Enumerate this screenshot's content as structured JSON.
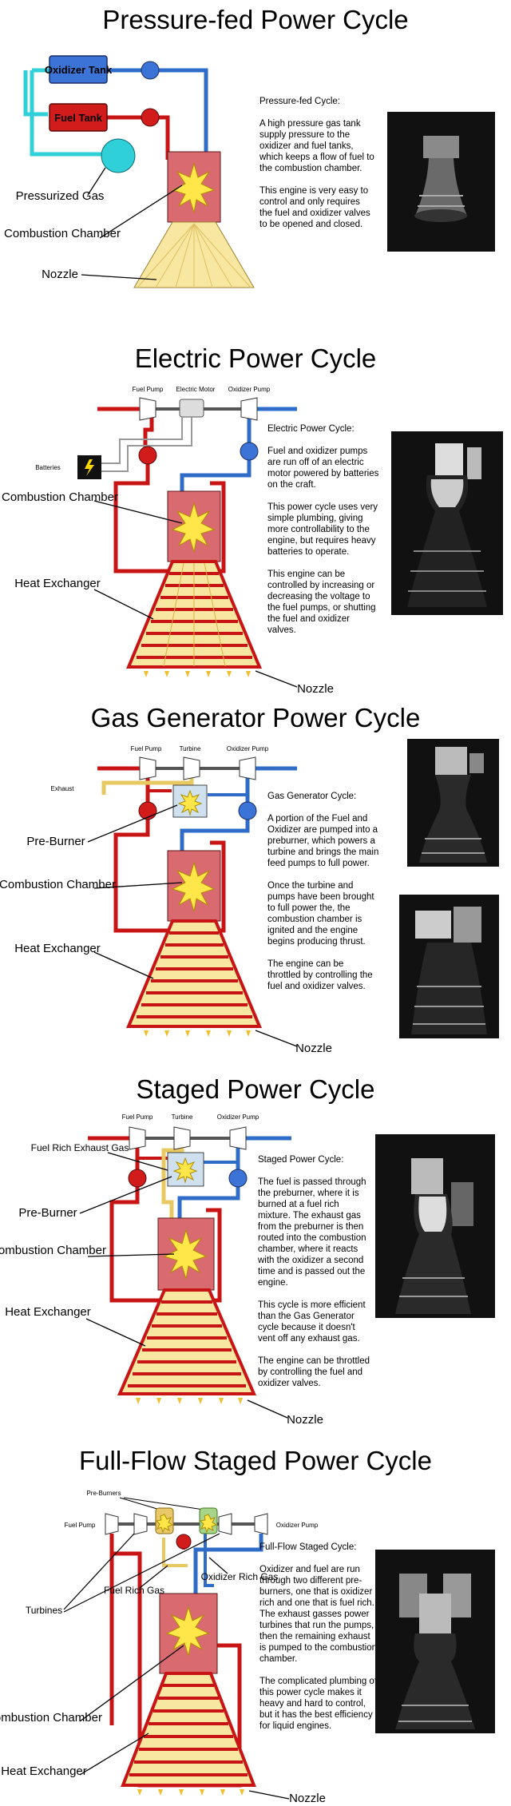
{
  "sections": [
    {
      "title": "Pressure-fed Power Cycle",
      "labels": {
        "oxidizer_tank": "Oxidizer Tank",
        "fuel_tank": "Fuel Tank",
        "pressurized_gas": "Pressurized Gas",
        "combustion_chamber": "Combustion Chamber",
        "nozzle": "Nozzle"
      },
      "description": [
        "Pressure-fed Cycle:",
        "A high pressure gas tank supply pressure to the oxidizer and fuel tanks, which keeps a flow of fuel to the combustion chamber.",
        "This engine is very easy to control and only requires the fuel and oxidizer valves to be opened and closed."
      ]
    },
    {
      "title": "Electric Power Cycle",
      "labels": {
        "fuel_pump": "Fuel Pump",
        "electric_motor": "Electric Motor",
        "oxidizer_pump": "Oxidizer Pump",
        "batteries": "Batteries",
        "combustion_chamber": "Combustion Chamber",
        "heat_exchanger": "Heat Exchanger",
        "nozzle": "Nozzle"
      },
      "description": [
        "Electric Power Cycle:",
        "Fuel and oxidizer pumps are run off of an electric motor powered by batteries on the craft.",
        "This power cycle uses very simple plumbing, giving more controllability to the engine, but requires heavy batteries to operate.",
        "This engine can be controlled by increasing or decreasing the voltage to the fuel pumps, or shutting the fuel and oxidizer valves."
      ]
    },
    {
      "title": "Gas Generator Power Cycle",
      "labels": {
        "fuel_pump": "Fuel Pump",
        "turbine": "Turbine",
        "oxidizer_pump": "Oxidizer Pump",
        "exhaust": "Exhaust",
        "pre_burner": "Pre-Burner",
        "combustion_chamber": "Combustion Chamber",
        "heat_exchanger": "Heat Exchanger",
        "nozzle": "Nozzle"
      },
      "description": [
        "Gas Generator Cycle:",
        "A portion of the Fuel and Oxidizer are pumped into a preburner, which powers a turbine and brings the main feed pumps to full power.",
        "Once the turbine and pumps have been brought to full power the, the combustion chamber is ignited and the engine begins producing thrust.",
        "The engine can be throttled by controlling the fuel and oxidizer valves."
      ]
    },
    {
      "title": "Staged Power Cycle",
      "labels": {
        "fuel_pump": "Fuel Pump",
        "turbine": "Turbine",
        "oxidizer_pump": "Oxidizer Pump",
        "fuel_rich_exhaust": "Fuel Rich Exhaust Gas",
        "pre_burner": "Pre-Burner",
        "combustion_chamber": "Combustion Chamber",
        "heat_exchanger": "Heat Exchanger",
        "nozzle": "Nozzle"
      },
      "description": [
        "Staged Power Cycle:",
        "The fuel is passed through the preburner, where it is burned at a fuel rich mixture. The exhaust gas from the preburner is then routed into the combustion chamber, where it reacts with the oxidizer a second time and is passed out the engine.",
        "This cycle is more efficient than the Gas Generator cycle because it doesn't vent off any exhaust gas.",
        "The engine can be throttled by controlling the fuel and oxidizer valves."
      ]
    },
    {
      "title": "Full-Flow Staged Power Cycle",
      "labels": {
        "pre_burners": "Pre-Burners",
        "fuel_pump": "Fuel Pump",
        "oxidizer_pump": "Oxidizer Pump",
        "turbines": "Turbines",
        "fuel_rich_gas": "Fuel Rich Gas",
        "oxidizer_rich_gas": "Oxidizer Rich Gas",
        "combustion_chamber": "Combustion Chamber",
        "heat_exchanger": "Heat Exchanger",
        "nozzle": "Nozzle"
      },
      "description": [
        "Full-Flow Staged Cycle:",
        "Oxidizer and fuel are run through two different pre-burners, one that is oxidizer rich and one that is fuel rich. The exhaust gasses power turbines that run the pumps, then the remaining exhaust is pumped to the combustion chamber.",
        "The complicated plumbing of this power cycle makes it heavy and hard to control, but it has the best efficiency for liquid engines."
      ]
    }
  ],
  "colors": {
    "fuel": "#c81414",
    "oxidizer": "#2f6cc8",
    "gas": "#2fd0d8",
    "exhaust": "#e8c860",
    "chamber": "#d86a70",
    "nozzle": "#f7e7a0",
    "photo_bg": "#141414"
  }
}
